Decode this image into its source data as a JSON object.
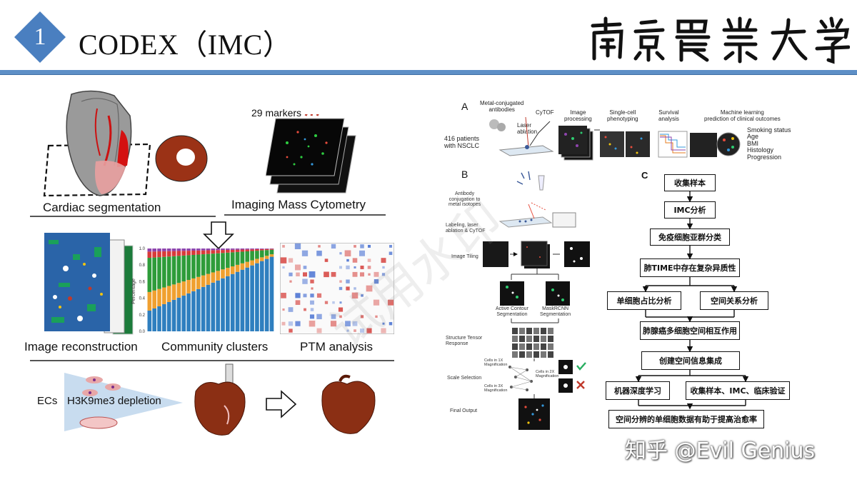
{
  "header": {
    "number": "1",
    "title": "CODEX（IMC）",
    "logo_text": "南京農業大學",
    "accent_color": "#4a7fc0",
    "rule_color": "#5d8fc6"
  },
  "left_panel": {
    "top_captions": {
      "cardiac": "Cardiac segmentation",
      "imc": "Imaging Mass Cytometry",
      "markers": "29 markers"
    },
    "middle_captions": {
      "reconstruction": "Image reconstruction",
      "clusters": "Community clusters",
      "ptm": "PTM analysis"
    },
    "bar_chart": {
      "ylabel": "Percentage",
      "yticks": [
        "0.0",
        "0.2",
        "0.4",
        "0.6",
        "0.8",
        "1.0"
      ]
    },
    "bottom": {
      "ecs": "ECs",
      "depletion": "H3K9me3 depletion"
    }
  },
  "right_panel": {
    "panel_a": {
      "label": "A",
      "metal": "Metal-conjugated\nantibodies",
      "cytof": "CyTOF",
      "laser": "Laser\nablation",
      "patients": "416 patients\nwith NSCLC",
      "steps": [
        "Image\nprocessing",
        "Single-cell\nphenotyping",
        "Survival\nanalysis",
        "Machine learning\nprediction of clinical outcomes"
      ],
      "outcomes": [
        "Smoking status",
        "Age",
        "BMI",
        "Histology",
        "Progression"
      ]
    },
    "panel_b": {
      "label": "B",
      "antibody": "Antibody\nconjugation to\nmetal isotopes",
      "labeling": "Labeling, laser\nablation & CyTOF",
      "tiling": "Image Tiling",
      "active": "Active Contour\nSegmentation",
      "mask": "MaskRCNN\nSegmentation",
      "structure": "Structure Tensor\nResponse",
      "scale": "Scale Selection",
      "final": "Final Output",
      "cells1x": "Cells in 1X\nMagnification",
      "cells2x": "Cells in 2X\nMagnification",
      "cells3x": "Cells in 3X\nMagnification"
    },
    "panel_c": {
      "label": "C",
      "boxes": {
        "collect": "收集样本",
        "imc": "IMC分析",
        "immune": "免疫细胞亚群分类",
        "hetero": "肺TIME中存在复杂异质性",
        "ratio": "单细胞占比分析",
        "spatial": "空间关系分析",
        "interaction": "肺腺癌多细胞空间相互作用",
        "integrate": "创建空间信息集成",
        "ml": "机器深度学习",
        "validate": "收集样本、IMC、临床验证",
        "conclusion": "空间分辨的单细胞数据有助于提高治愈率"
      }
    }
  },
  "watermark": "知乎 @Evil Genius",
  "faint_watermark": "试用水印"
}
